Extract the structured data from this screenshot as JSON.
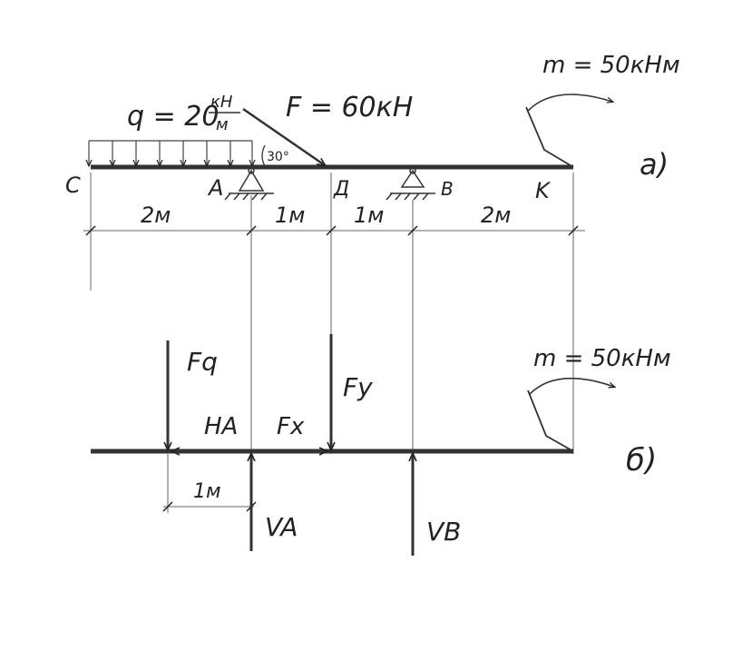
{
  "diagram_a": {
    "label": "а)",
    "load_q": "q = 20",
    "load_q_num": "кН",
    "load_q_den": "м",
    "force_F": "F = 60кН",
    "angle": "30°",
    "moment": "m = 50кНм",
    "points": {
      "C": "C",
      "A": "A",
      "D": "Д",
      "B": "B",
      "K": "K"
    },
    "spans": [
      "2м",
      "1м",
      "1м",
      "2м"
    ]
  },
  "diagram_b": {
    "label": "б)",
    "moment": "m = 50кНм",
    "forces": {
      "Fq": "Fq",
      "Fy": "Fy",
      "HA": "HA",
      "Fx": "Fx",
      "VA": "VA",
      "VB": "VB"
    },
    "dim_1m": "1м"
  }
}
